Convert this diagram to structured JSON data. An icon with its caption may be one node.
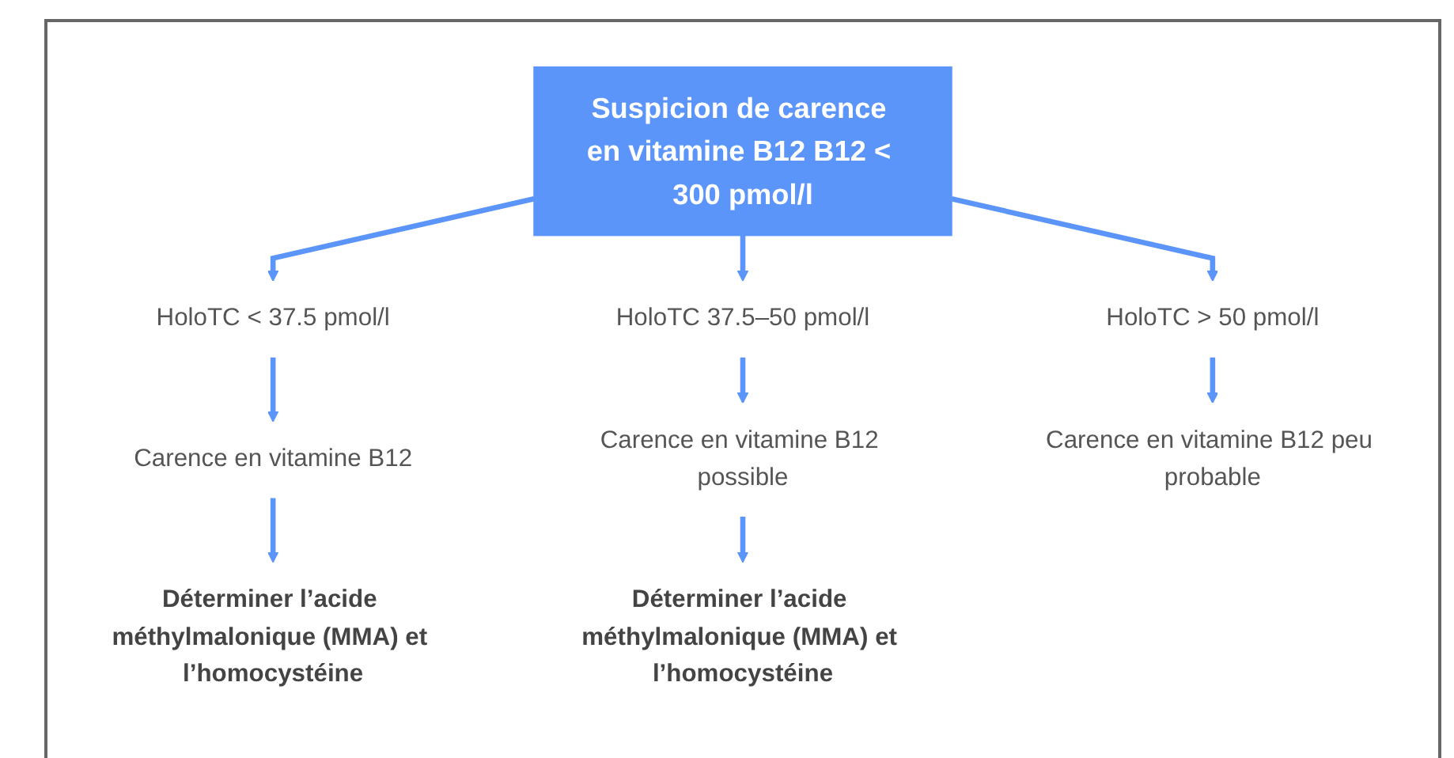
{
  "diagram": {
    "nodes": [
      {
        "text": [
          "Suspicion de carence en vitamine B12 B12 < 300 pmol/l"
        ]
      },
      {
        "text": [
          "HoloTC < 37.5 pmol/l"
        ]
      },
      {
        "text": [
          "HoloTC 37.5–50 pmol/l"
        ]
      },
      {
        "text": [
          "HoloTC > 50 pmol/l"
        ]
      },
      {
        "text": [
          "Carence en vitamine B12"
        ]
      },
      {
        "text": [
          "Carence en vitamine B12 possible"
        ]
      },
      {
        "text": [
          "Carence en vitamine B12 peu probable"
        ]
      },
      {
        "text": [
          "Déterminer l’acide méthylmalonique (MMA) et l’homocystéine"
        ]
      },
      {
        "text": [
          "Déterminer l’acide méthylmalonique (MMA) et l’homocystéine"
        ]
      }
    ],
    "edges": [
      {
        "from": 0,
        "to": 1,
        "arrow": "to"
      },
      {
        "from": 0,
        "to": 2,
        "arrow": "to"
      },
      {
        "from": 0,
        "to": 3,
        "arrow": "to"
      },
      {
        "from": 1,
        "to": 4,
        "arrow": "to"
      },
      {
        "from": 2,
        "to": 5,
        "arrow": "to"
      },
      {
        "from": 3,
        "to": 6,
        "arrow": "to"
      },
      {
        "from": 4,
        "to": 7,
        "arrow": "to"
      },
      {
        "from": 5,
        "to": 8,
        "arrow": "to"
      }
    ]
  }
}
